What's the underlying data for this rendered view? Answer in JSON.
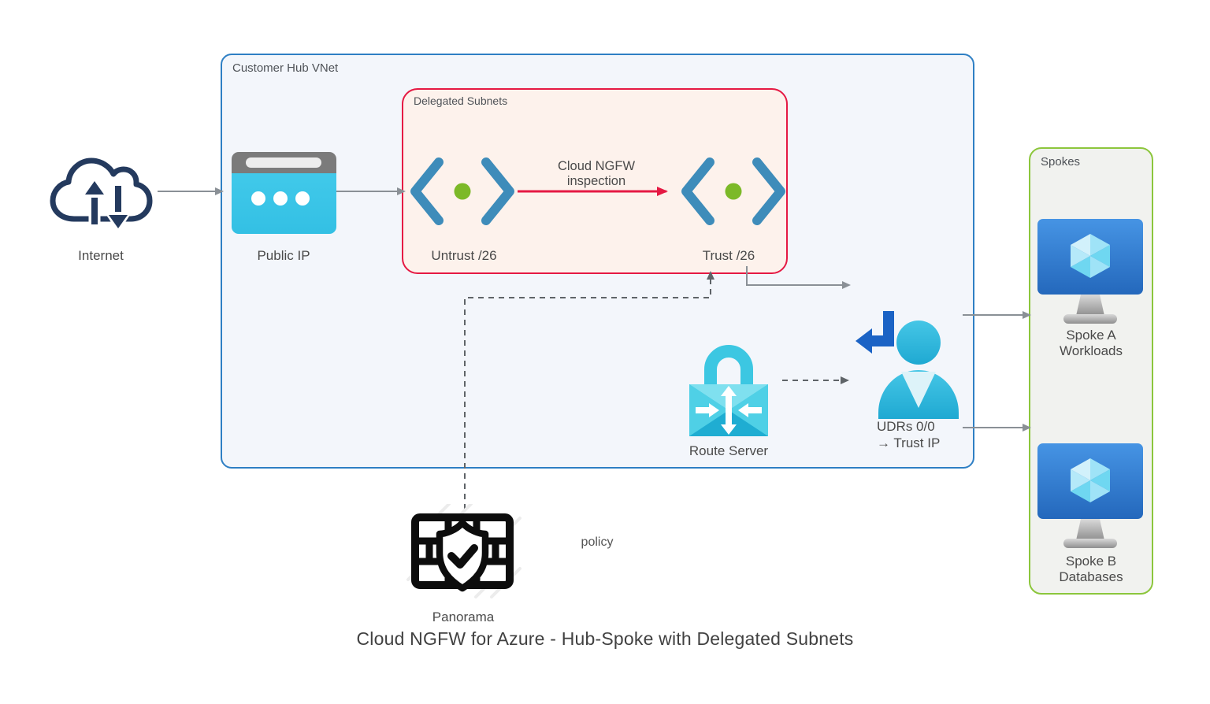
{
  "title": "Cloud NGFW for Azure - Hub-Spoke with Delegated Subnets",
  "colors": {
    "hub_border": "#2e7fc4",
    "hub_fill": "#f3f6fb",
    "delegated_border": "#e51943",
    "delegated_fill": "#fdf2ec",
    "spokes_border": "#8cc63c",
    "spokes_fill": "#f1f2ef",
    "inspection_red": "#e51943",
    "subnet_blue": "#3e8cba",
    "subnet_dot_green": "#7cb928",
    "connector_gray": "#8a9096",
    "cyan_icon": "#35c0dc",
    "udr_arrow_blue": "#1b63c5",
    "text": "#4a4a4a"
  },
  "hub": {
    "label": "Customer Hub VNet"
  },
  "delegated": {
    "label": "Delegated Subnets",
    "untrust": "Untrust /26",
    "trust": "Trust /26",
    "inspection_line1": "Cloud NGFW",
    "inspection_line2": "inspection"
  },
  "internet": {
    "label": "Internet"
  },
  "public_ip": {
    "label": "Public IP"
  },
  "route_server": {
    "label": "Route Server"
  },
  "udr": {
    "line1": "UDRs 0/0",
    "line2": "→ Trust IP"
  },
  "spokes": {
    "label": "Spokes",
    "spoke_a": {
      "line1": "Spoke A",
      "line2": "Workloads"
    },
    "spoke_b": {
      "line1": "Spoke B",
      "line2": "Databases"
    }
  },
  "panorama": {
    "label": "Panorama",
    "policy": "policy"
  },
  "icons": {
    "internet": "cloud-with-up-down-arrows",
    "public_ip": "browser-window-with-dots",
    "subnet": "chevrons-with-green-dot",
    "route_server": "lock-with-route-arrows",
    "udr": "user-with-return-arrow",
    "spoke_vm": "monitor-with-cube",
    "panorama": "firewall-wall-shield-check"
  }
}
